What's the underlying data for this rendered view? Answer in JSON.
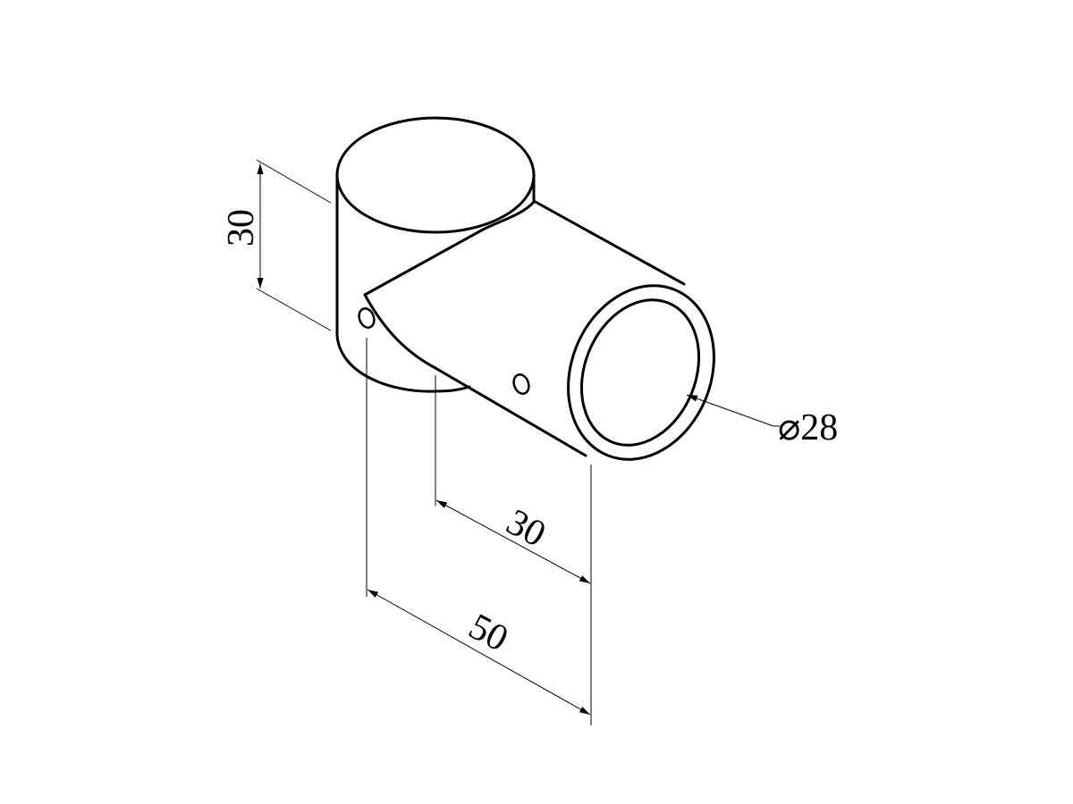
{
  "diagram": {
    "type": "isometric technical drawing of a tube elbow/tee connector",
    "dimensions": {
      "height_label": "30",
      "offset_label": "30",
      "length_label": "50",
      "diameter_label": "⌀28"
    },
    "colors": {
      "line": "#000000",
      "background": "#ffffff"
    }
  }
}
